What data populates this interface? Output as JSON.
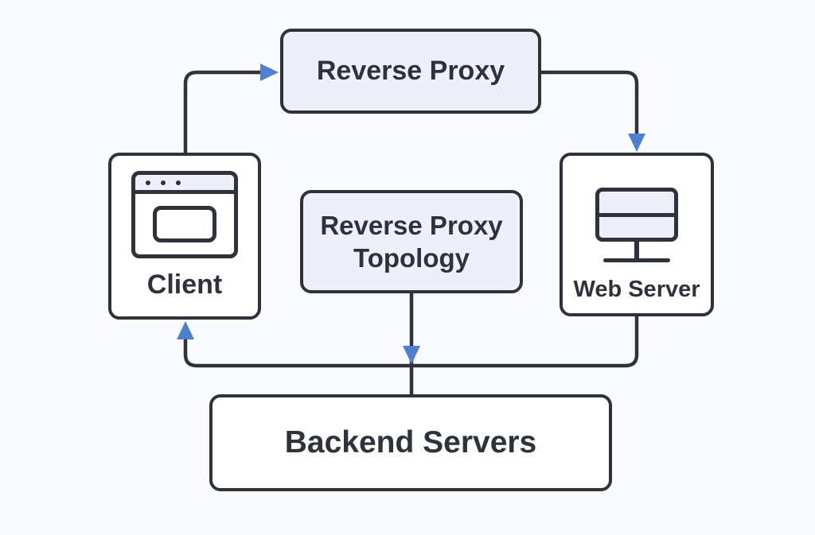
{
  "title": "Reverse Proxy Topology",
  "colors": {
    "background": "#fafbfc",
    "node_border": "#2d323b",
    "node_fill_accent": "#edf0f7",
    "node_fill_plain": "#ffffff",
    "text": "#2d333d",
    "connector": "#2d323b",
    "arrowhead": "#4d80d0"
  },
  "nodes": {
    "reverse_proxy": {
      "label": "Reverse Proxy"
    },
    "client": {
      "label": "Client",
      "icon": "browser-window-icon"
    },
    "web_server": {
      "label": "Web Server",
      "icon": "monitor-server-icon"
    },
    "topology_title": {
      "label": "Reverse Proxy Topology"
    },
    "backend_servers": {
      "label": "Backend Servers"
    }
  },
  "edges": [
    {
      "from": "Client",
      "to": "Reverse Proxy"
    },
    {
      "from": "Reverse Proxy",
      "to": "Web Server"
    },
    {
      "from": "Web Server",
      "to": "Client"
    },
    {
      "from": "Reverse Proxy Topology",
      "to": "Backend Servers"
    }
  ]
}
